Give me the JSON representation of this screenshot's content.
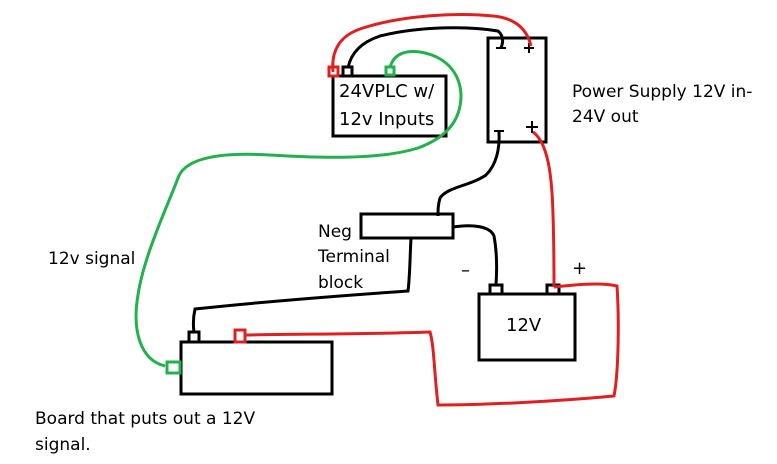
{
  "colors": {
    "wire_red": "#e02020",
    "wire_black": "#000000",
    "wire_green": "#22b14c",
    "outline": "#000000",
    "background": "#ffffff"
  },
  "components": {
    "plc": {
      "line1": "24VPLC w/",
      "line2": "12v Inputs"
    },
    "power_supply": {
      "label_line1": "Power Supply 12V in-",
      "label_line2": "24V out",
      "neg_mark": "–",
      "pos_mark": "+"
    },
    "terminal_block": {
      "line1": "Neg",
      "line2": "Terminal",
      "line3": "block"
    },
    "battery": {
      "label": "12V",
      "neg_mark": "–",
      "pos_mark": "+"
    },
    "board": {
      "line1": "Board that puts out a 12V",
      "line2": "signal."
    }
  },
  "annotations": {
    "signal_label": "12v signal"
  }
}
